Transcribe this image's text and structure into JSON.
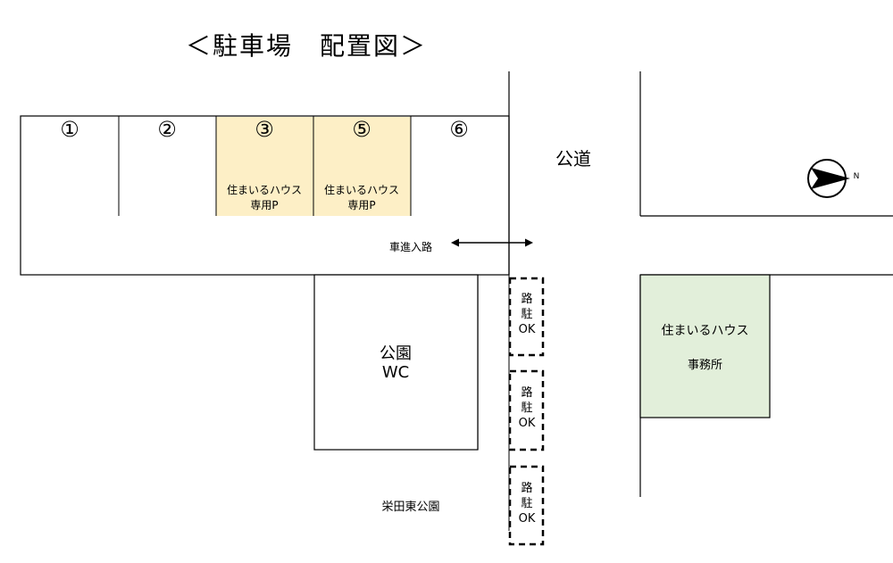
{
  "title": "＜駐車場　配置図＞",
  "slots": [
    {
      "number": "①",
      "label1": "",
      "label2": ""
    },
    {
      "number": "②",
      "label1": "",
      "label2": ""
    },
    {
      "number": "③",
      "label1": "住まいるハウス",
      "label2": "専用P"
    },
    {
      "number": "⑤",
      "label1": "住まいるハウス",
      "label2": "専用P"
    },
    {
      "number": "⑥",
      "label1": "",
      "label2": ""
    }
  ],
  "road_label": "公道",
  "entry_label": "車進入路",
  "toilet": {
    "line1": "公園",
    "line2": "WC"
  },
  "office": {
    "line1": "住まいるハウス",
    "line2": "事務所"
  },
  "park_label": "栄田東公園",
  "street_parking": [
    {
      "l1": "路",
      "l2": "駐",
      "l3": "OK"
    },
    {
      "l1": "路",
      "l2": "駐",
      "l3": "OK"
    },
    {
      "l1": "路",
      "l2": "駐",
      "l3": "OK"
    }
  ],
  "north_label": "N",
  "colors": {
    "reserved_slot": "#fdefc6",
    "office_fill": "#e2efda",
    "line": "#000000"
  }
}
